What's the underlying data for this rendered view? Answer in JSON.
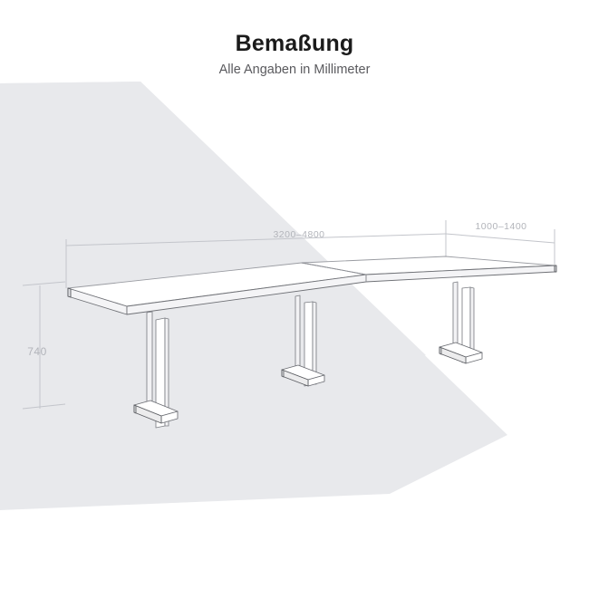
{
  "header": {
    "title": "Bemaßung",
    "subtitle": "Alle Angaben in Millimeter"
  },
  "dimensions": {
    "width": {
      "label": "3200–4800",
      "name": "width-dimension",
      "unit": "mm",
      "min": 3200,
      "max": 4800
    },
    "depth": {
      "label": "1000–1400",
      "name": "depth-dimension",
      "unit": "mm",
      "min": 1000,
      "max": 1400
    },
    "height": {
      "label": "740",
      "name": "height-dimension",
      "unit": "mm",
      "value": 740
    }
  },
  "colors": {
    "background": "#ffffff",
    "wedge": "#e8e9ec",
    "title": "#1b1b1b",
    "subtitle": "#5a5a5e",
    "dimension_line": "#c3c5cb",
    "dimension_text": "#b2b4ba",
    "outline": "#9a9ca2"
  },
  "drawing": {
    "subject": "conference-table",
    "view": "isometric",
    "parts": [
      "tabletop-left-panel",
      "tabletop-right-panel",
      "leg-left",
      "leg-center",
      "leg-right"
    ]
  }
}
